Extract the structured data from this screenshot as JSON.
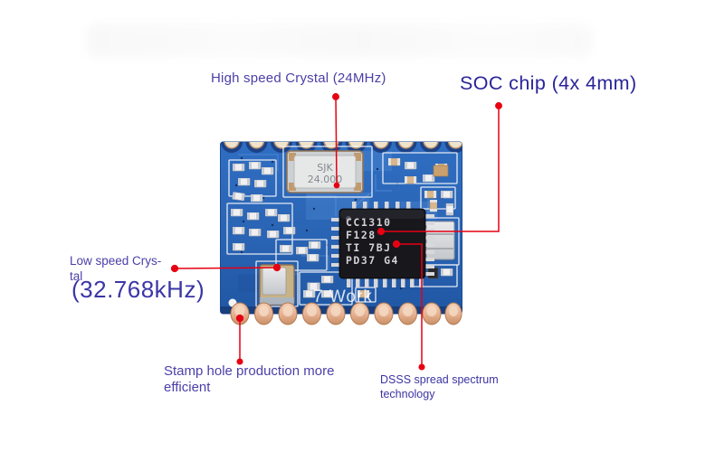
{
  "colors": {
    "label_purple": "#4b3fa8",
    "soc_navy": "#2a2598",
    "leader_red": "#e60012",
    "pcb_blue": "#2a65b5"
  },
  "annotations": {
    "high_speed_crystal": {
      "label": "High speed Crystal (24MHz)"
    },
    "soc_chip": {
      "label": "SOC chip (4x 4mm)"
    },
    "low_speed_crystal": {
      "label_line1": "Low speed Crys-",
      "label_line2": "tal",
      "frequency": "(32.768kHz)"
    },
    "stamp_hole": {
      "label": "Stamp hole production more efficient"
    },
    "dsss": {
      "label": "DSSS spread spectrum technology"
    }
  },
  "pcb": {
    "soc_chip_marking": {
      "line1": "CC1310",
      "line2": "F128",
      "line3": "TI 7BJ",
      "line4": "PD37 G4"
    },
    "crystal_marking": {
      "line1": "SJK",
      "line2": "24.000"
    },
    "watermark": "7 Work"
  }
}
